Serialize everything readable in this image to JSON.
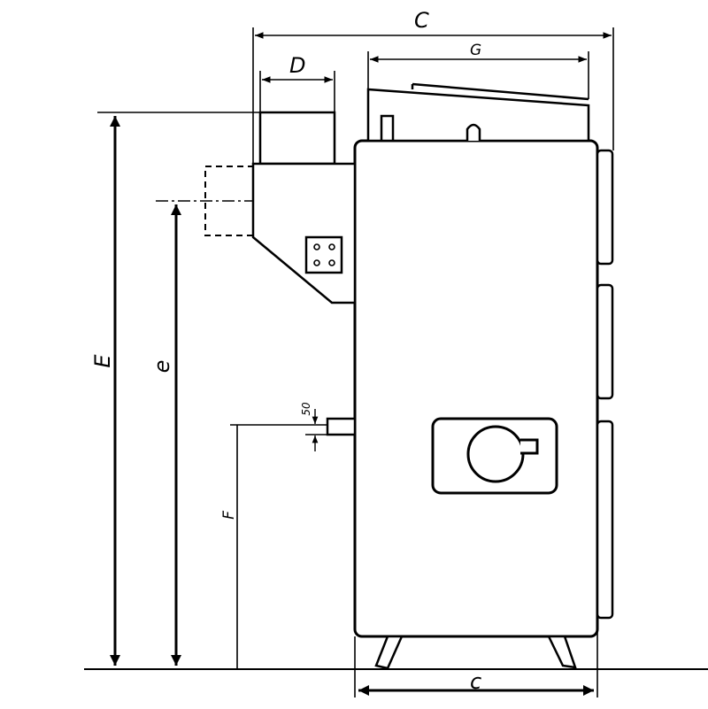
{
  "labels": {
    "C": "C",
    "G": "G",
    "D": "D",
    "E": "E",
    "e": "e",
    "F": "F",
    "c": "c",
    "fifty": "50"
  }
}
